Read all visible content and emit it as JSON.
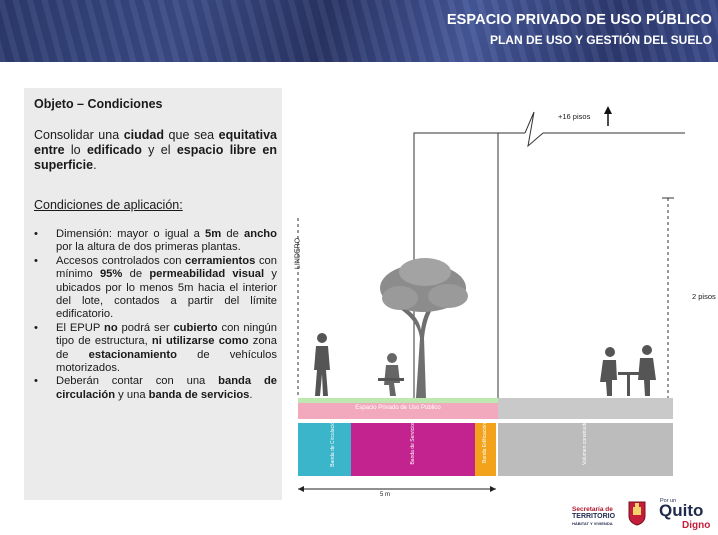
{
  "header": {
    "title": "ESPACIO PRIVADO DE USO PÚBLICO",
    "subtitle": "PLAN DE USO Y GESTIÓN DEL SUELO"
  },
  "panel": {
    "title": "Objeto – Condiciones",
    "intro": [
      {
        "t": "Consolidar una ",
        "b": false
      },
      {
        "t": "ciudad",
        "b": true
      },
      {
        "t": " que sea ",
        "b": false
      },
      {
        "t": "equitativa entre",
        "b": true
      },
      {
        "t": " lo ",
        "b": false
      },
      {
        "t": "edificado",
        "b": true
      },
      {
        "t": " y el ",
        "b": false
      },
      {
        "t": "espacio libre en superficie",
        "b": true
      },
      {
        "t": ".",
        "b": false
      }
    ],
    "conditions_title": "Condiciones de aplicación:",
    "bullets": [
      [
        {
          "t": "Dimensión: mayor o igual a ",
          "b": false
        },
        {
          "t": "5m",
          "b": true
        },
        {
          "t": " de ",
          "b": false
        },
        {
          "t": "ancho",
          "b": true
        },
        {
          "t": " por la altura de dos primeras plantas.",
          "b": false
        }
      ],
      [
        {
          "t": "Accesos controlados con ",
          "b": false
        },
        {
          "t": "cerramientos",
          "b": true
        },
        {
          "t": " con mínimo ",
          "b": false
        },
        {
          "t": "95%",
          "b": true
        },
        {
          "t": " de ",
          "b": false
        },
        {
          "t": "permeabilidad visual",
          "b": true
        },
        {
          "t": " y ubicados por lo menos 5m hacia el interior del lote, contados a partir del límite edificatorio.",
          "b": false
        }
      ],
      [
        {
          "t": "El EPUP ",
          "b": false
        },
        {
          "t": "no",
          "b": true
        },
        {
          "t": " podrá ser ",
          "b": false
        },
        {
          "t": "cubierto",
          "b": true
        },
        {
          "t": " con ningún tipo de estructura, ",
          "b": false
        },
        {
          "t": "ni utilizarse como",
          "b": true
        },
        {
          "t": " zona de ",
          "b": false
        },
        {
          "t": "estacionamiento",
          "b": true
        },
        {
          "t": " de vehículos motorizados.",
          "b": false
        }
      ],
      [
        {
          "t": "Deberán contar con una ",
          "b": false
        },
        {
          "t": "banda de circulación",
          "b": true
        },
        {
          "t": " y una ",
          "b": false
        },
        {
          "t": "banda de servicios",
          "b": true
        },
        {
          "t": ".",
          "b": false
        }
      ]
    ]
  },
  "diagram": {
    "floors_label": "+16 pisos",
    "height_label": "2 pisos",
    "lindero_label": "LINDERO",
    "epup_label": "Espacio Privado de Uso Público",
    "width_label": "5 m",
    "bands": [
      {
        "label": "Banda de Circulación",
        "color": "#3bb5c9"
      },
      {
        "label": "Banda de Servicios",
        "color": "#c2238e"
      },
      {
        "label": "Banda Edificación",
        "color": "#f3a31b"
      },
      {
        "label": "Volumen construido",
        "color": "#bcbcbc"
      }
    ],
    "colors": {
      "epup_strip": "#f2a9bd",
      "ground_right": "#c9c9c9",
      "grass": "#8fd37a"
    }
  },
  "footer": {
    "sec_line1": "Secretaría de",
    "sec_line2": "TERRITORIO",
    "sec_line3": "HÁBITAT Y VIVIENDA",
    "quito_pre": "Por un",
    "quito_main": "Quito",
    "quito_suf": "Digno"
  }
}
